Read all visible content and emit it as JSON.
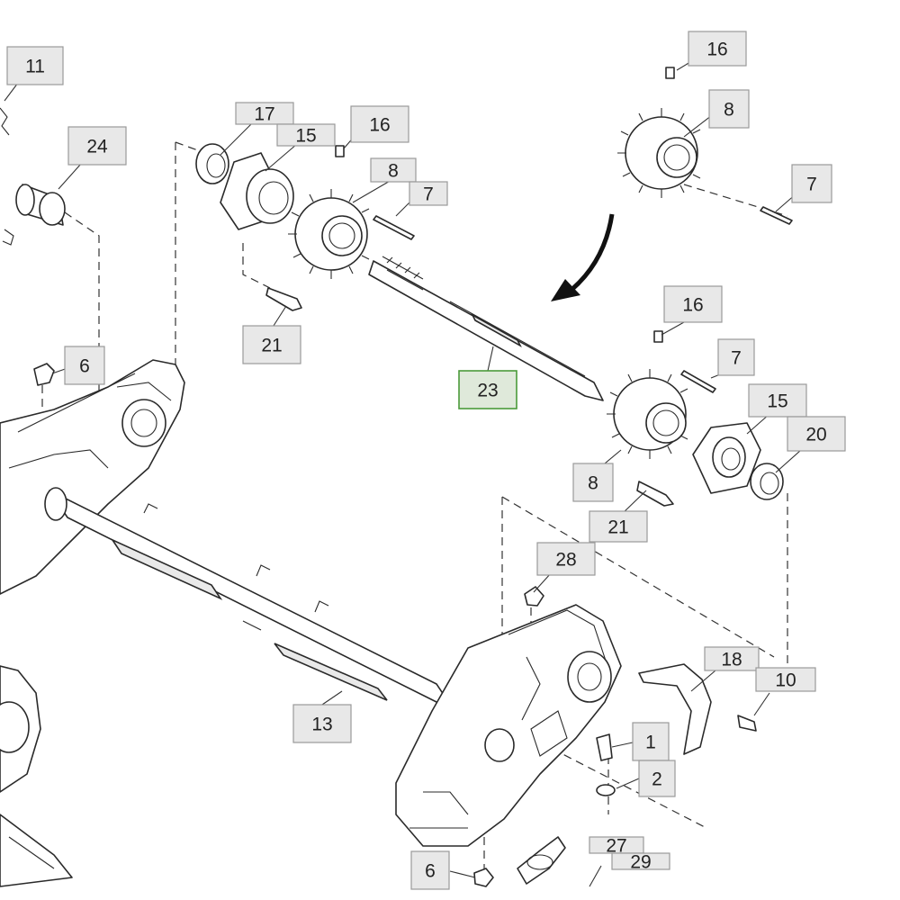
{
  "callouts": [
    {
      "id": "c11a",
      "label": "11"
    },
    {
      "id": "c24",
      "label": "24"
    },
    {
      "id": "c17",
      "label": "17"
    },
    {
      "id": "c15a",
      "label": "15"
    },
    {
      "id": "c16a",
      "label": "16"
    },
    {
      "id": "c8a",
      "label": "8"
    },
    {
      "id": "c7a",
      "label": "7"
    },
    {
      "id": "c16b",
      "label": "16"
    },
    {
      "id": "c8b",
      "label": "8"
    },
    {
      "id": "c7b",
      "label": "7"
    },
    {
      "id": "c21a",
      "label": "21"
    },
    {
      "id": "c6a",
      "label": "6"
    },
    {
      "id": "c16c",
      "label": "16"
    },
    {
      "id": "c7c",
      "label": "7"
    },
    {
      "id": "c23",
      "label": "23",
      "highlight": true
    },
    {
      "id": "c15b",
      "label": "15"
    },
    {
      "id": "c20",
      "label": "20"
    },
    {
      "id": "c8c",
      "label": "8"
    },
    {
      "id": "c21b",
      "label": "21"
    },
    {
      "id": "c28",
      "label": "28"
    },
    {
      "id": "c18",
      "label": "18"
    },
    {
      "id": "c10",
      "label": "10"
    },
    {
      "id": "c13",
      "label": "13"
    },
    {
      "id": "c1",
      "label": "1"
    },
    {
      "id": "c2",
      "label": "2"
    },
    {
      "id": "c27",
      "label": "27"
    },
    {
      "id": "c29",
      "label": "29"
    },
    {
      "id": "c6b",
      "label": "6"
    }
  ],
  "colors": {
    "callout_fill": "#e8e8e8",
    "callout_border": "#9a9a9a",
    "highlight_border": "#4a9a3a",
    "line": "#2a2a2a"
  }
}
